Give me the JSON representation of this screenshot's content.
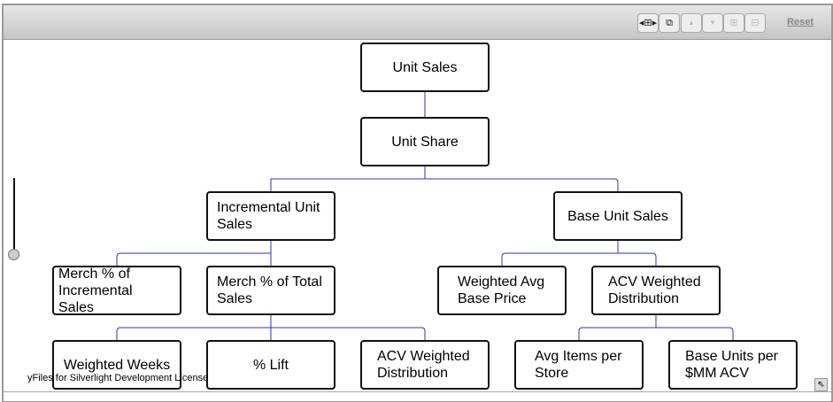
{
  "toolbar": {
    "buttons": [
      {
        "name": "fit-content-icon",
        "glyph": "◂⊞▸",
        "enabled": true
      },
      {
        "name": "overview-icon",
        "glyph": "⧉",
        "enabled": true
      },
      {
        "name": "move-up-icon",
        "glyph": "▲",
        "enabled": false
      },
      {
        "name": "move-down-icon",
        "glyph": "▼",
        "enabled": false
      },
      {
        "name": "zoom-in-icon",
        "glyph": "⊞",
        "enabled": false
      },
      {
        "name": "zoom-out-icon",
        "glyph": "⊟",
        "enabled": false
      }
    ],
    "reset_label": "Reset"
  },
  "nodes": {
    "unit_sales": "Unit Sales",
    "unit_share": "Unit Share",
    "incremental_unit_sales": "Incremental Unit Sales",
    "base_unit_sales": "Base Unit Sales",
    "merch_pct_incremental": "Merch % of Incremental Sales",
    "merch_pct_total": "Merch % of Total Sales",
    "weighted_avg_base_price": "Weighted Avg Base Price",
    "acv_weighted_distribution_1": "ACV Weighted Distribution",
    "weighted_weeks": "Weighted Weeks",
    "pct_lift": "% Lift",
    "acv_weighted_distribution_2": "ACV Weighted Distribution",
    "avg_items_per_store": "Avg Items per Store",
    "base_units_per_mm_acv": "Base Units per $MM ACV"
  },
  "license": "yFiles for Silverlight Development License",
  "colors": {
    "edge": "#3030c0"
  }
}
